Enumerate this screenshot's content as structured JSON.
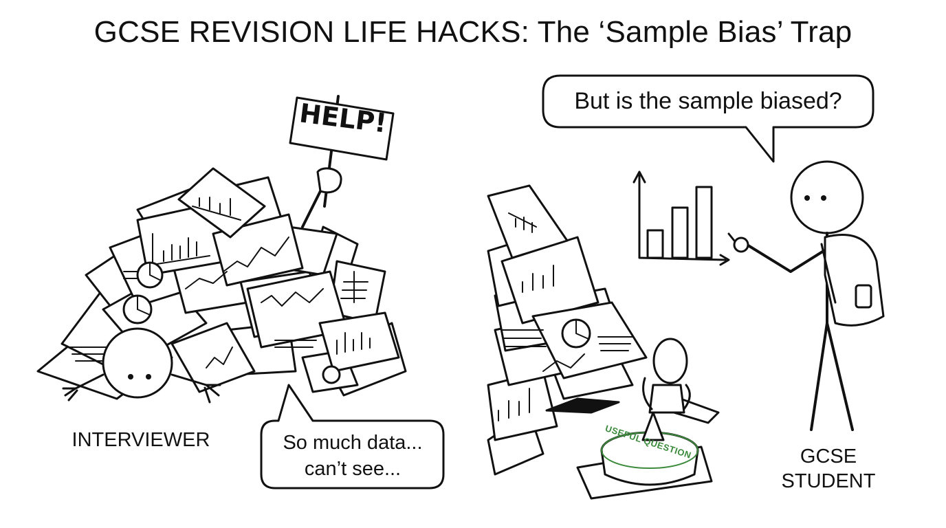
{
  "title": "GCSE REVISION LIFE HACKS: The ‘Sample Bias’ Trap",
  "left_panel": {
    "sign_text": "HELP!",
    "speech": [
      "So much data...",
      "can’t see..."
    ],
    "character_label": "INTERVIEWER"
  },
  "right_panel": {
    "speech": "But is the sample biased?",
    "stamp_text": "USEFUL QUESTION",
    "character_label": [
      "GCSE",
      "STUDENT"
    ]
  },
  "colors": {
    "ink": "#111111",
    "stamp": "#3c8a3c",
    "background": "#ffffff"
  }
}
